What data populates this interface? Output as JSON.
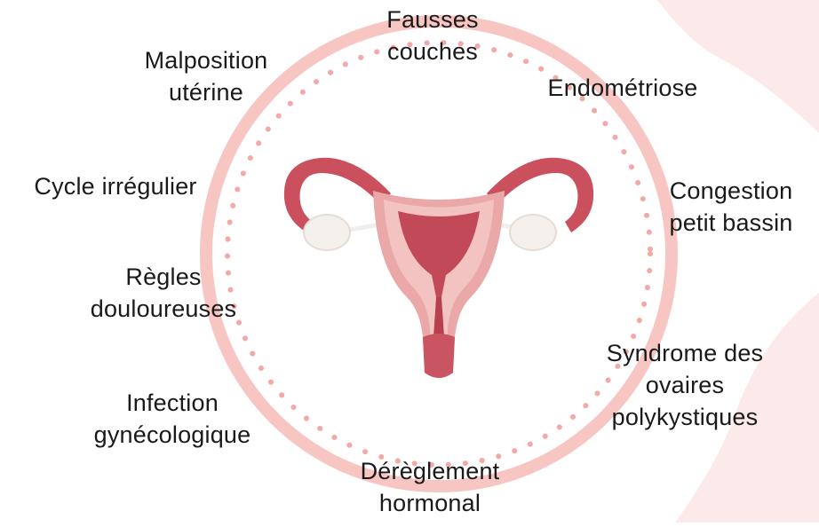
{
  "diagram": {
    "center_image": "uterus-illustration",
    "colors": {
      "ring": "#f7c5c2",
      "dots": "#f3a8a4",
      "uterus_dark": "#c04452",
      "uterus_light": "#eaa6a6",
      "ovary": "#f2ece6",
      "background_shape": "#fbe9e8"
    },
    "labels": {
      "fausses_couches": [
        "Fausses",
        "couches"
      ],
      "endometriose": [
        "Endométriose"
      ],
      "congestion": [
        "Congestion",
        "petit bassin"
      ],
      "sopk": [
        "Syndrome des",
        "ovaires",
        "polykystiques"
      ],
      "dereglement": [
        "Dérèglement",
        "hormonal"
      ],
      "infection": [
        "Infection",
        "gynécologique"
      ],
      "regles": [
        "Règles",
        "douloureuses"
      ],
      "cycle": [
        "Cycle irrégulier"
      ],
      "malposition": [
        "Malposition",
        "utérine"
      ]
    }
  }
}
